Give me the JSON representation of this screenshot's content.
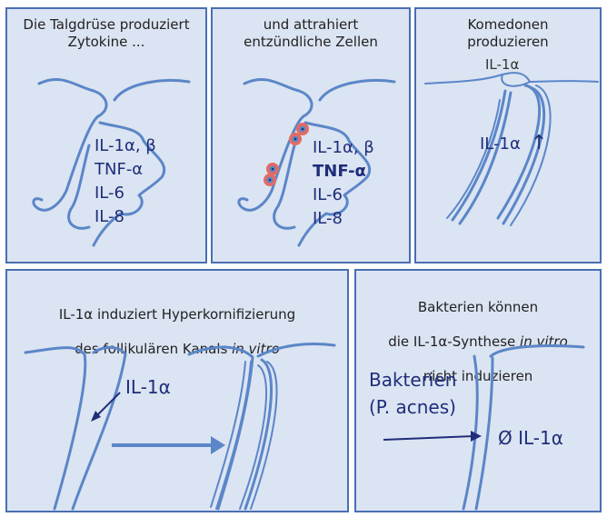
{
  "colors": {
    "panel_bg": "#dbe4f2",
    "panel_border": "#4a6fb3",
    "duct": "#5b86c8",
    "label": "#1f2d7a",
    "cell": "#e46b62"
  },
  "panels": {
    "p1": {
      "caption": "Die Talgdrüse produziert\nZytokine ...",
      "labels": [
        "IL-1α, β",
        "TNF-α",
        "IL-6",
        "IL-8"
      ]
    },
    "p2": {
      "caption": "und attrahiert\nentzündliche Zellen",
      "labels": [
        "IL-1α, β",
        "TNF-α",
        "IL-6",
        "IL-8"
      ]
    },
    "p3": {
      "caption": "Komedonen\nproduzieren",
      "sub": "IL-1α",
      "label": "IL-1α",
      "arrow_icon": "up-arrow-icon"
    },
    "p4": {
      "caption_line1": "IL-1α induziert Hyperkornifizierung",
      "caption_line2_a": "des follikulären Kanals ",
      "caption_line2_b": "in vitro",
      "label": "IL-1α"
    },
    "p5": {
      "caption_line1": "Bakterien können",
      "caption_line2_a": "die IL-1α-Synthese ",
      "caption_line2_b": "in vitro",
      "caption_line3": "nicht induzieren",
      "label_a": "Bakterien",
      "label_b": "(P. acnes)",
      "label_c": "Ø IL-1α"
    }
  }
}
